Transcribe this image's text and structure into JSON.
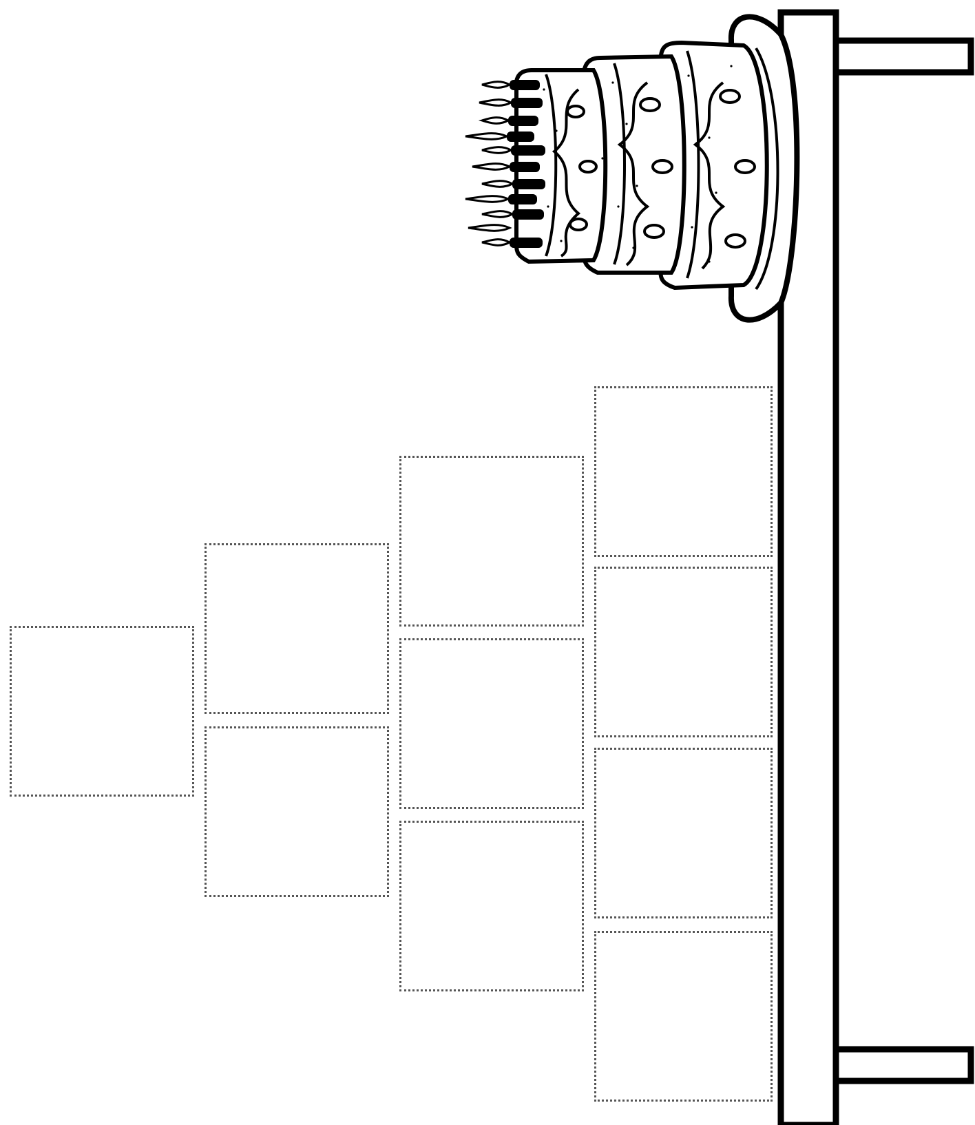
{
  "page": {
    "background": "#ffffff",
    "line_color": "#000000",
    "box_border_color": "#555555"
  },
  "illustration": {
    "icon": "birthday-cake-icon",
    "tiers": 3,
    "candles": 10
  },
  "family_tree": {
    "generations": [
      {
        "boxes": 1
      },
      {
        "boxes": 2
      },
      {
        "boxes": 3
      },
      {
        "boxes": 4
      }
    ]
  }
}
